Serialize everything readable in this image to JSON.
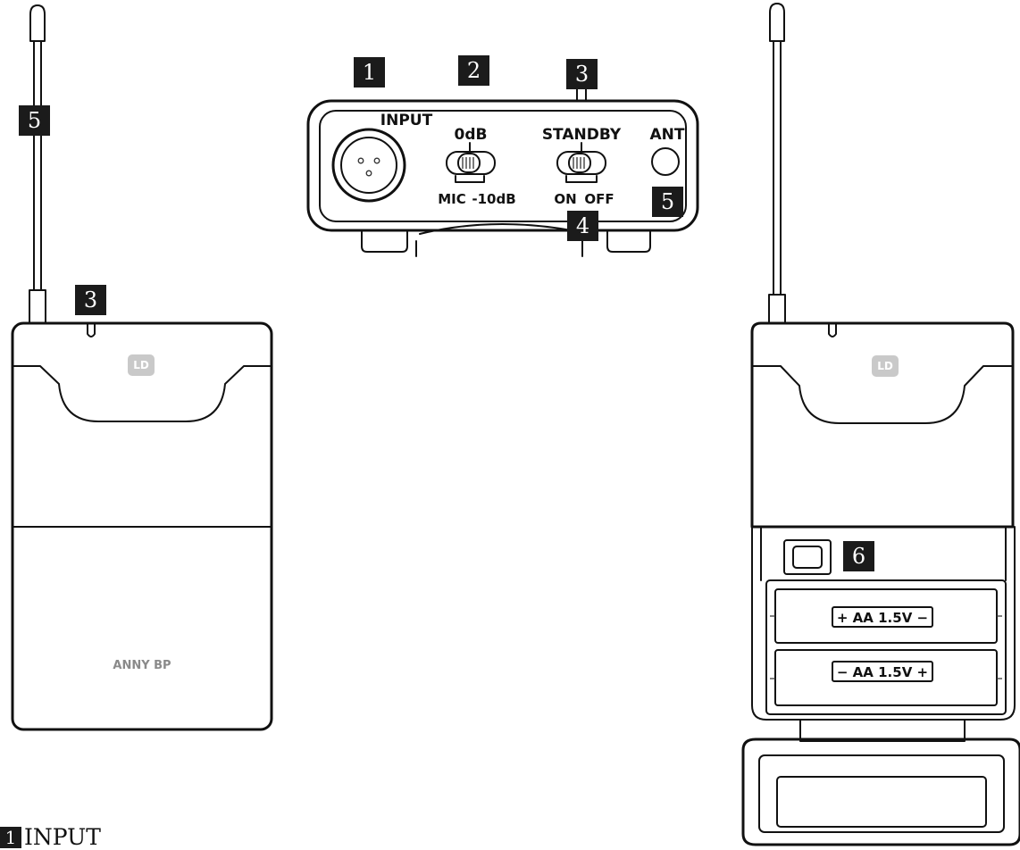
{
  "badges": {
    "b1": "1",
    "b2": "2",
    "b3_top": "3",
    "b3_left": "3",
    "b4": "4",
    "b5_left": "5",
    "b5_panel": "5",
    "b6": "6"
  },
  "panel": {
    "input": "INPUT",
    "zero_db": "0dB",
    "mic": "MIC",
    "minus10db": "-10dB",
    "standby": "STANDBY",
    "on": "ON",
    "off": "OFF",
    "ant": "ANT"
  },
  "front": {
    "logo": "LD",
    "model": "ANNY BP"
  },
  "back": {
    "logo": "LD",
    "battery_top": "+ AA 1.5V −",
    "battery_bottom": "− AA 1.5V +"
  },
  "legend": {
    "num": "1",
    "text": "INPUT"
  }
}
